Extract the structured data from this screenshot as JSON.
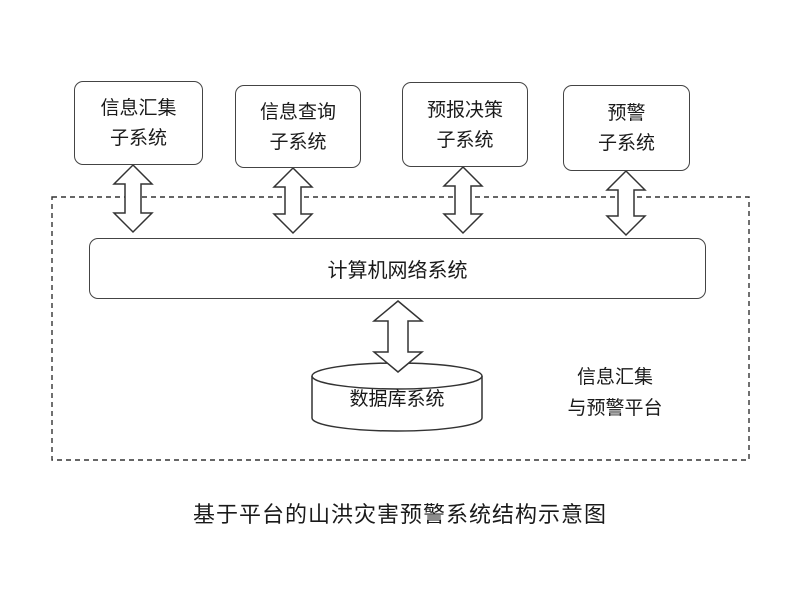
{
  "subsystems": [
    {
      "line1": "信息汇集",
      "line2": "子系统"
    },
    {
      "line1": "信息查询",
      "line2": "子系统"
    },
    {
      "line1": "预报决策",
      "line2": "子系统"
    },
    {
      "line1": "预警",
      "line2": "子系统"
    }
  ],
  "network": {
    "label": "计算机网络系统"
  },
  "database": {
    "label": "数据库系统"
  },
  "platform": {
    "line1": "信息汇集",
    "line2": "与预警平台"
  },
  "caption": "基于平台的山洪灾害预警系统结构示意图"
}
